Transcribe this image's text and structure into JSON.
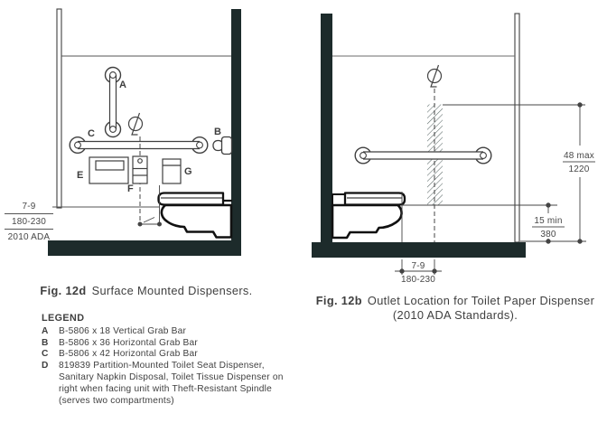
{
  "fig_left": {
    "caption": {
      "fig": "Fig. 12d",
      "text": "Surface Mounted Dispensers."
    },
    "labels": {
      "A": "A",
      "B": "B",
      "C": "C",
      "E": "E",
      "F": "F",
      "G": "G"
    },
    "dim_block": {
      "line1": "7-9",
      "line2": "180-230",
      "line3": "2010 ADA"
    }
  },
  "fig_right": {
    "caption": {
      "fig": "Fig. 12b",
      "line1": "Outlet Location for Toilet Paper Dispenser",
      "line2": "(2010 ADA Standards)."
    },
    "dims": {
      "height_max_top": "48 max",
      "height_max_bottom": "1220",
      "height_min_top": "15 min",
      "height_min_bottom": "380",
      "offset_top": "7-9",
      "offset_bottom": "180-230"
    }
  },
  "legend": {
    "title": "LEGEND",
    "items": [
      {
        "key": "A",
        "text": "B-5806 x 18 Vertical Grab Bar"
      },
      {
        "key": "B",
        "text": "B-5806 x 36 Horizontal Grab Bar"
      },
      {
        "key": "C",
        "text": "B-5806 x 42 Horizontal Grab Bar"
      },
      {
        "key": "D",
        "text": "819839 Partition-Mounted Toilet Seat Dispenser, Sanitary Napkin Disposal, Toilet Tissue Dispenser on right when facing unit with Theft-Resistant Spindle (serves two compartments)"
      }
    ]
  },
  "colors": {
    "wall_fill": "#1d2b2b",
    "line": "#4a4a4a",
    "text": "#3d3d3d"
  }
}
